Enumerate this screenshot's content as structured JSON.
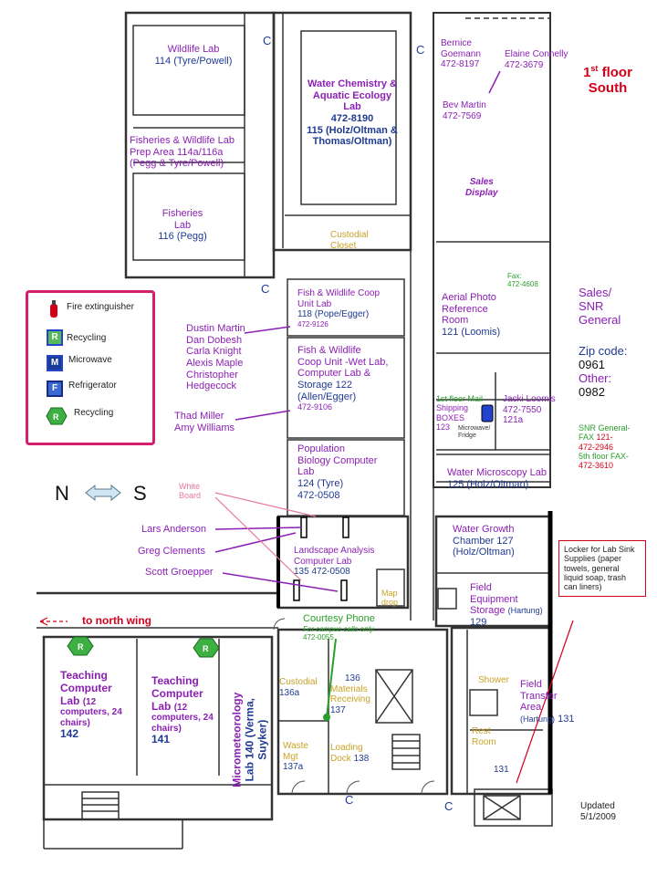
{
  "title": {
    "floor": "1st floor",
    "sup": "st",
    "floor_word": "floor",
    "num": "1",
    "wing": "South"
  },
  "rooms": {
    "wildlife": {
      "name": "Wildlife Lab",
      "num": "114 (Tyre/Powell)"
    },
    "water_chem": {
      "name1": "Water Chemistry &",
      "name2": "Aquatic Ecology",
      "name3": "Lab",
      "phone": "472-8190",
      "num": "115 (Holz/Oltman &",
      "num2": "Thomas/Oltman)"
    },
    "fish_prep": {
      "l1": "Fisheries & Wildlife Lab",
      "l2": "Prep Area 114a/116a",
      "l3": "(Pegg & Tyre/Powell)"
    },
    "fisheries": {
      "l1": "Fisheries",
      "l2": "Lab",
      "num": "116 (Pegg)"
    },
    "custodial_closet": {
      "l1": "Custodial",
      "l2": "Closet"
    },
    "fish_coop": {
      "l1": "Fish & Wildlife Coop",
      "l2": "Unit Lab",
      "num": "118 (Pope/Egger)",
      "phone": "472-9126"
    },
    "coop_comp": {
      "l1": "Fish & Wildlife",
      "l2": "Coop Unit -Wet Lab,",
      "l3": "Computer Lab &",
      "l4": "Storage 122",
      "l5": "(Allen/Egger)",
      "phone": "472-9106"
    },
    "pop_bio": {
      "l1": "Population",
      "l2": "Biology Computer",
      "l3": "Lab",
      "num": "124 (Tyre)",
      "phone": "472-0508"
    },
    "landscape": {
      "l1": "Landscape Analysis",
      "l2": "Computer Lab",
      "num": "135  472-0508"
    },
    "map_drop": {
      "l1": "Map",
      "l2": "drop"
    },
    "aerial": {
      "l1": "Aerial Photo",
      "l2": "Reference",
      "l3": "Room",
      "num": "121 (Loomis)"
    },
    "mail": {
      "l1": "1st floor Mail",
      "l2": "Shipping",
      "l3": "BOXES",
      "num": "123"
    },
    "jacki": {
      "name": "Jacki Loomis",
      "phone": "472-7550",
      "num": "121a"
    },
    "water_micro": {
      "l1": "Water Microscopy Lab",
      "num": "125 (Holz/Oltman)"
    },
    "water_growth": {
      "l1": "Water Growth",
      "l2": "Chamber 127",
      "l3": "(Holz/Oltman)"
    },
    "field_equip": {
      "l1": "Field",
      "l2": "Equipment",
      "l3": "Storage",
      "l4": "(Hartung)",
      "num": "129"
    },
    "field_transfer": {
      "l1": "Field",
      "l2": "Transfer",
      "l3": "Area",
      "l4": "(Hartung)",
      "num": "131"
    },
    "shower": "Shower",
    "rest_room": {
      "l1": "Rest",
      "l2": "Room"
    },
    "r131": "131",
    "teach142": {
      "l1": "Teaching",
      "l2": "Computer",
      "l3": "Lab",
      "l3b": "(12",
      "l4": "computers, 24",
      "l5": "chairs)",
      "num": "142"
    },
    "teach141": {
      "l1": "Teaching",
      "l2": "Computer",
      "l3": "Lab",
      "l3b": "(12",
      "l4": "computers, 24",
      "l5": "chairs)",
      "num": "141"
    },
    "micromet": {
      "l1": "Micrometeorology",
      "l2": "Lab 140 (Verma,",
      "l3": "Suyker)"
    },
    "custodial136a": {
      "l1": "Custodial",
      "num": "136a"
    },
    "materials": {
      "num": "136",
      "l1": "Materials",
      "l2": "Receiving",
      "num2": "137"
    },
    "waste": {
      "l1": "Waste",
      "l2": "Mgt",
      "num": "137a"
    },
    "loading": {
      "l1": "Loading",
      "l2": "Dock",
      "num": "138"
    },
    "courtesy": {
      "l1": "Courtesy Phone",
      "l2": "For campus calls only",
      "phone": "472-0055"
    },
    "sales_display": {
      "l1": "Sales",
      "l2": "Display"
    }
  },
  "people": {
    "bernice": {
      "name1": "Bernice",
      "name2": "Goemann",
      "phone": "472-8197"
    },
    "elaine": {
      "name": "Elaine Connelly",
      "phone": "472-3679"
    },
    "bev": {
      "name": "Bev Martin",
      "phone": "472-7569"
    },
    "dustin_group": [
      "Dustin Martin",
      "Dan Dobesh",
      "Carla Knight",
      "Alexis Maple",
      "Christopher",
      "Hedgecock"
    ],
    "thad_group": [
      "Thad Miller",
      "Amy Williams"
    ],
    "lars": "Lars Anderson",
    "greg": "Greg Clements",
    "scott": "Scott Groepper"
  },
  "legend": {
    "fire": "Fire extinguisher",
    "recycling": "Recycling",
    "microwave": "Microwave",
    "refrigerator": "Refrigerator",
    "recycling2": "Recycling",
    "r_letter": "R",
    "m_letter": "M",
    "f_letter": "F"
  },
  "side": {
    "fax": {
      "l1": "Fax:",
      "l2": "472-4608"
    },
    "sales": {
      "l1": "Sales/",
      "l2": "SNR",
      "l3": "General"
    },
    "zip_label": "Zip code:",
    "zip": "0961",
    "other_label": "Other:",
    "other": "0982",
    "snr_fax": {
      "l1": "SNR General-",
      "l2": "FAX",
      "l2b": "121-",
      "l3": "472-2946",
      "l4": "5th floor FAX-",
      "l5": "472-3610"
    },
    "locker": "Locker for Lab Sink Supplies (paper towels, general liquid soap, trash can liners)",
    "updated": {
      "l1": "Updated",
      "l2": "5/1/2009"
    },
    "north_wing": "to north wing",
    "n": "N",
    "s": "S",
    "white_board": {
      "l1": "White",
      "l2": "Board"
    },
    "microwave_fridge": {
      "l1": "Microwave/",
      "l2": "Fridge"
    },
    "c": "C"
  },
  "colors": {
    "purple": "#8b1fb5",
    "blue": "#1f3a93",
    "gold": "#c9a227",
    "red": "#d4001a",
    "legend_border": "#d4206a",
    "recycle_green": "#3cb043"
  }
}
